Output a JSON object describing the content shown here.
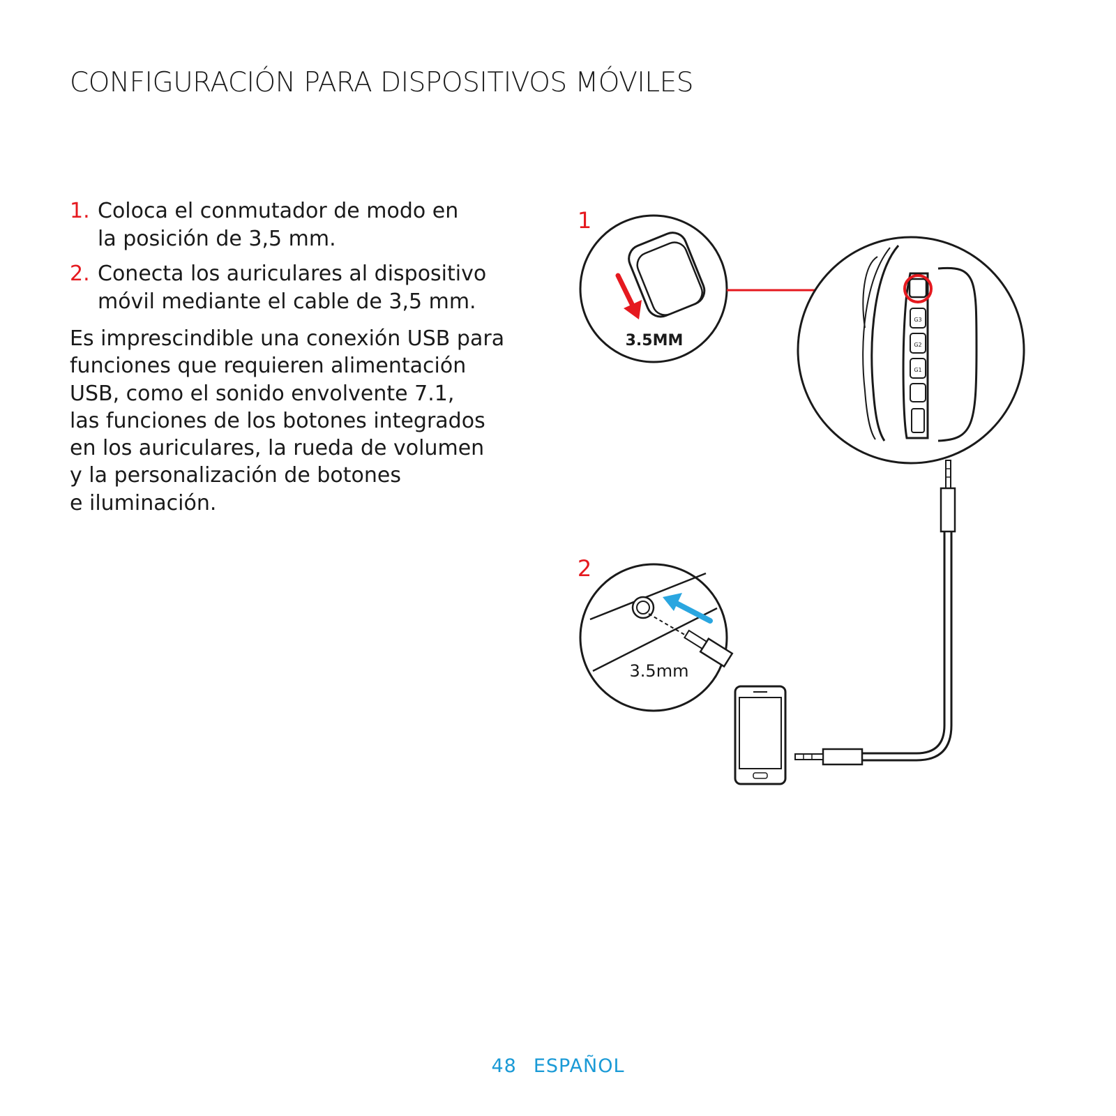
{
  "page": {
    "title": "CONFIGURACIÓN PARA DISPOSITIVOS MÓVILES",
    "steps": [
      {
        "number": "1.",
        "lines": [
          "Coloca el conmutador de modo en",
          "la posición de 3,5 mm."
        ]
      },
      {
        "number": "2.",
        "lines": [
          "Conecta los auriculares al dispositivo",
          "móvil mediante el cable de 3,5 mm."
        ]
      }
    ],
    "note_lines": [
      "Es imprescindible una conexión USB para",
      "funciones que requieren alimentación",
      "USB, como el sonido envolvente 7.1,",
      "las funciones de los botones integrados",
      "en los auriculares, la rueda de volumen",
      "y la personalización de botones",
      "e iluminación."
    ],
    "footer": {
      "page_number": "48",
      "language": "ESPAÑOL"
    }
  },
  "illustration": {
    "step1_label": "1",
    "step2_label": "2",
    "switch_label": "3.5MM",
    "jack_label": "3.5mm",
    "button_labels": [
      "G3",
      "G2",
      "G1"
    ]
  },
  "colors": {
    "accent_red": "#e5191f",
    "footer_blue": "#1a9ad6",
    "arrow_blue": "#2aa6e0",
    "text": "#1a1a1a"
  }
}
